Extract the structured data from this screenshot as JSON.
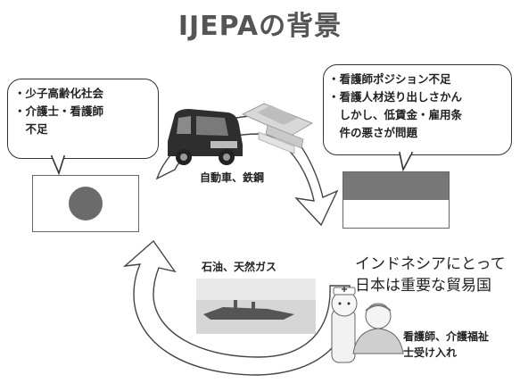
{
  "title": "IJEPAの背景",
  "japan_bubble": {
    "lines": [
      "・少子高齢化社会",
      "・介護士・看護師",
      "　不足"
    ]
  },
  "indonesia_bubble": {
    "lines": [
      "・看護師ポジション不足",
      "・看護人材送り出しさかん",
      "　しかし、低賃金・雇用条",
      "　件の悪さが問題"
    ]
  },
  "export_caption": "自動車、鉄鋼",
  "import_caption": "石油、天然ガス",
  "relation_text": [
    "インドネシアにとって",
    "日本は重要な貿易国"
  ],
  "workers_caption": [
    "看護師、介護福祉",
    "士受け入れ"
  ],
  "colors": {
    "japan_circle": "#6b6b6b",
    "indonesia_top": "#777777",
    "arrow_fill": "#ffffff",
    "arrow_stroke": "#444444"
  }
}
